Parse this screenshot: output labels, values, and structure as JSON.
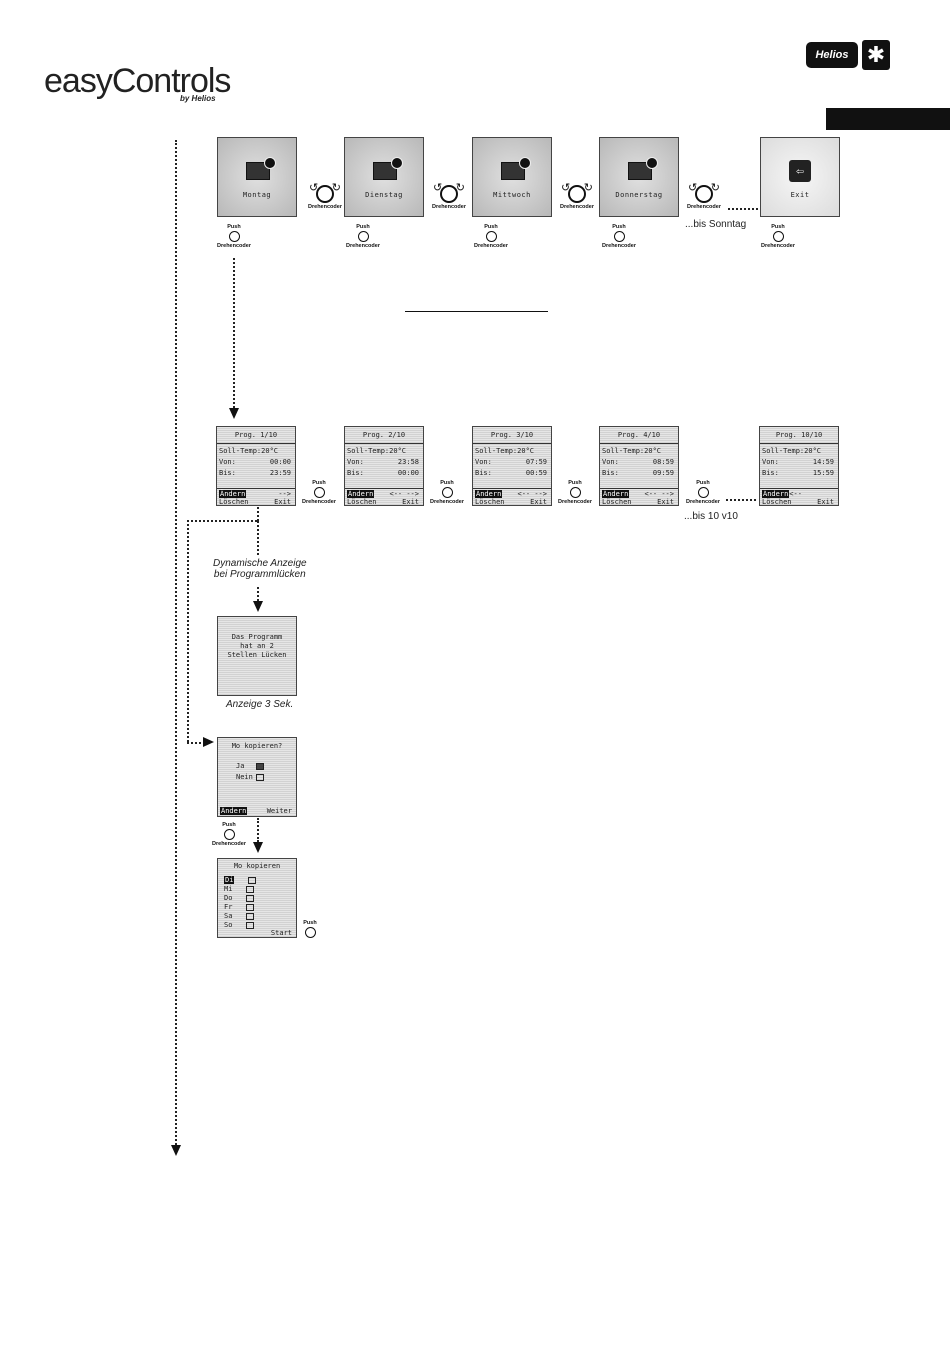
{
  "brand": {
    "title_a": "easy",
    "title_b": "Controls",
    "sub": "by Helios",
    "badge": "Helios"
  },
  "row1": {
    "days": [
      "Montag",
      "Dienstag",
      "Mittwoch",
      "Donnerstag"
    ],
    "exit": "Exit",
    "bis_sonntag": "...bis Sonntag"
  },
  "labels": {
    "push": "Push",
    "drehencoder": "Drehencoder"
  },
  "programs": [
    {
      "hd": "Prog.  1/10",
      "soll": "Soll-Temp:",
      "soll_v": "20°C",
      "von": "Von:",
      "von_v": "00:00",
      "bis": "Bis:",
      "bis_v": "23:59",
      "f1": "Ändern",
      "f2": "-->",
      "f3": "Löschen",
      "f4": "Exit"
    },
    {
      "hd": "Prog.  2/10",
      "soll": "Soll-Temp:",
      "soll_v": "20°C",
      "von": "Von:",
      "von_v": "23:58",
      "bis": "Bis:",
      "bis_v": "00:00",
      "f1": "Ändern",
      "f2": "<-- -->",
      "f3": "Löschen",
      "f4": "Exit"
    },
    {
      "hd": "Prog.  3/10",
      "soll": "Soll-Temp:",
      "soll_v": "20°C",
      "von": "Von:",
      "von_v": "07:59",
      "bis": "Bis:",
      "bis_v": "00:59",
      "f1": "Ändern",
      "f2": "<-- -->",
      "f3": "Löschen",
      "f4": "Exit"
    },
    {
      "hd": "Prog.  4/10",
      "soll": "Soll-Temp:",
      "soll_v": "20°C",
      "von": "Von:",
      "von_v": "08:59",
      "bis": "Bis:",
      "bis_v": "09:59",
      "f1": "Ändern",
      "f2": "<-- -->",
      "f3": "Löschen",
      "f4": "Exit"
    },
    {
      "hd": "Prog.  10/10",
      "soll": "Soll-Temp:",
      "soll_v": "20°C",
      "von": "Von:",
      "von_v": "14:59",
      "bis": "Bis:",
      "bis_v": "15:59",
      "f1": "Ändern",
      "f2": "<--",
      "f3": "Löschen",
      "f4": "Exit"
    }
  ],
  "bis_10": "...bis 10 v10",
  "dyn_note": {
    "l1": "Dynamische Anzeige",
    "l2": "bei Programmlücken"
  },
  "gap_screen": {
    "l1": "Das Programm",
    "l2": "hat an 2",
    "l3": "Stellen Lücken"
  },
  "anzeige": "Anzeige 3 Sek.",
  "copy_q": {
    "hd": "Mo kopieren?",
    "ja": "Ja",
    "nein": "Nein",
    "f1": "Ändern",
    "f2": "Weiter"
  },
  "copy_days": {
    "hd": "Mo kopieren",
    "days": [
      "Di",
      "Mi",
      "Do",
      "Fr",
      "Sa",
      "So"
    ],
    "start": "Start"
  }
}
